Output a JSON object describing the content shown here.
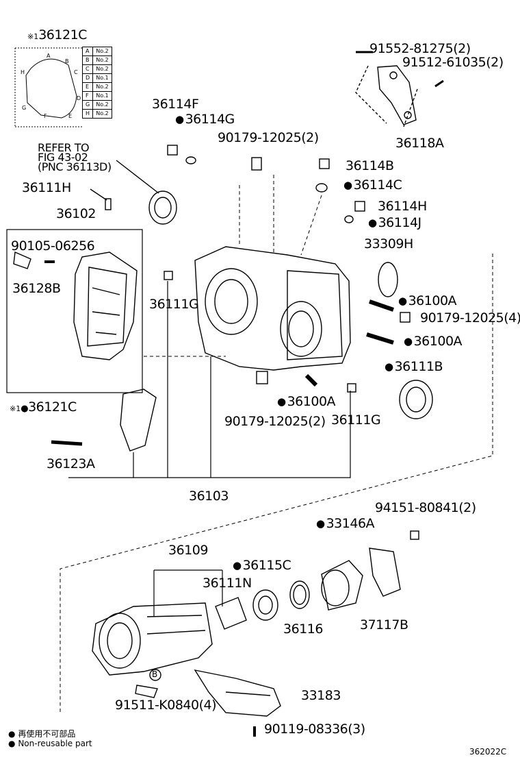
{
  "diagram_code": "362022C",
  "title_note": {
    "mark": "※1",
    "part": "36121C"
  },
  "hole_table": [
    {
      "pos": "A",
      "val": "No.2"
    },
    {
      "pos": "B",
      "val": "No.2"
    },
    {
      "pos": "C",
      "val": "No.2"
    },
    {
      "pos": "D",
      "val": "No.1"
    },
    {
      "pos": "E",
      "val": "No.2"
    },
    {
      "pos": "F",
      "val": "No.1"
    },
    {
      "pos": "G",
      "val": "No.2"
    },
    {
      "pos": "H",
      "val": "No.2"
    }
  ],
  "refer": {
    "line1": "REFER TO",
    "line2": "FIG 43-02",
    "line3": "(PNC 36113D)"
  },
  "labels": {
    "p91552": "91552-81275(2)",
    "p91512": "91512-61035(2)",
    "p36114F": "36114F",
    "p36114G": "36114G",
    "p90179a": "90179-12025(2)",
    "p36118A": "36118A",
    "p36114B": "36114B",
    "p36114C": "36114C",
    "p36111H": "36111H",
    "p36102": "36102",
    "p36114H": "36114H",
    "p36114J": "36114J",
    "p90105": "90105-06256",
    "p33309H": "33309H",
    "p36128B": "36128B",
    "p36100A1": "36100A",
    "p90179b": "90179-12025(4)",
    "p36111G1": "36111G",
    "p36100A2": "36100A",
    "p36111B": "36111B",
    "p36100A3": "36100A",
    "p36121C": "36121C",
    "p36121C_mark": "※1",
    "p90179c": "90179-12025(2)",
    "p36111G2": "36111G",
    "p36123A": "36123A",
    "p36103": "36103",
    "p94151": "94151-80841(2)",
    "p33146A": "33146A",
    "p36109": "36109",
    "p36115C": "36115C",
    "p36111N": "36111N",
    "p36116": "36116",
    "p37117B": "37117B",
    "pB": "B",
    "p91511": "91511-K0840(4)",
    "p33183": "33183",
    "p90119": "90119-08336(3)"
  },
  "legend": {
    "jp": "再使用不可部品",
    "en": "Non-reusable part"
  },
  "colors": {
    "ink": "#000000",
    "paper": "#ffffff"
  }
}
